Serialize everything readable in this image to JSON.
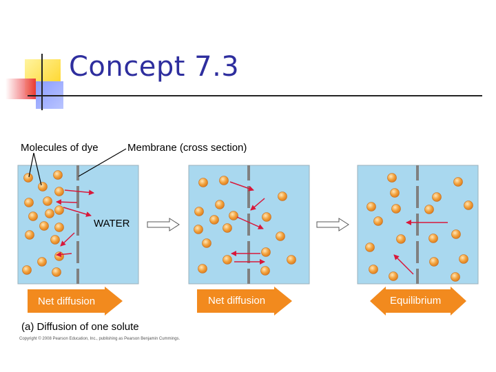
{
  "slide": {
    "title": "Concept 7.3"
  },
  "diagram": {
    "label_molecules": "Molecules of dye",
    "label_membrane": "Membrane (cross section)",
    "label_water": "WATER",
    "arrow_left": "Net diffusion",
    "arrow_middle": "Net diffusion",
    "arrow_right": "Equilibrium",
    "caption": "(a) Diffusion of one solute",
    "copyright": "Copyright © 2008 Pearson Education, Inc., publishing as Pearson Benjamin Cummings."
  },
  "colors": {
    "title": "#2e2e9e",
    "water": "#a9d8ef",
    "molecule": "#f2a23c",
    "arrow": "#f28a1e",
    "membrane": "#808080",
    "motion_arrow": "#d8183a",
    "deco_yellow": "#ffd21a",
    "deco_red": "#e8282e",
    "deco_blue": "#6f86ff"
  }
}
